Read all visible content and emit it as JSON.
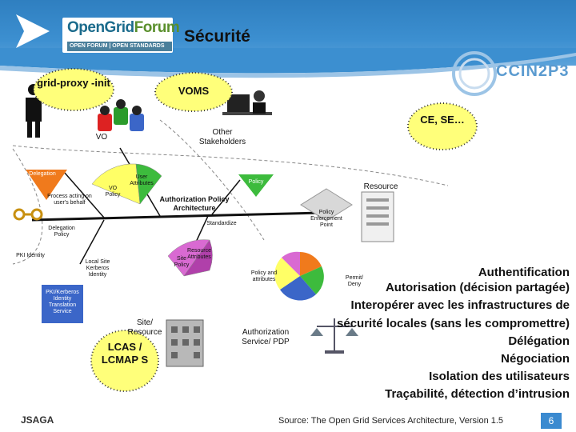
{
  "header": {
    "logo_text_main": "OpenGrid",
    "logo_text_forum": "Forum",
    "logo_tagline": "OPEN FORUM | OPEN STANDARDS",
    "title": "Sécurité",
    "org_logo_text": "CCIN2P3"
  },
  "clouds": {
    "grid_proxy": "grid-proxy -init",
    "voms": "VOMS",
    "ce_se": "CE, SE…",
    "lcas": "LCAS / LCMAP S"
  },
  "diagram": {
    "vo": "VO",
    "other_stakeholders": "Other Stakeholders",
    "delegation": "Delegation",
    "process_acting": "Process acting on user's behalf",
    "delegation_policy": "Delegation Policy",
    "vo_policy": "VO Policy",
    "user_attributes": "User Attributes",
    "authz_policy_arch": "Authorization Policy Architecture",
    "standardize": "Standardize",
    "policy": "Policy",
    "resource": "Resource",
    "pep": "Policy Enforcement Point",
    "pki_identity": "PKI Identity",
    "local_site_kerberos": "Local Site Kerberos Identity",
    "identity_translation": "PKI/Kerberos Identity Translation Service",
    "site_policy": "Site Policy",
    "resource_attributes": "Resource Attributes",
    "policy_and_attributes": "Policy and attributes",
    "permit_deny": "Permit/ Deny",
    "site_resource": "Site/ Resource",
    "authz_service": "Authorization Service/ PDP"
  },
  "bullets": [
    "Authentification",
    "Autorisation (décision partagée)",
    "Interopérer avec les infrastructures de",
    "sécurité locales (sans les compromettre)",
    "Délégation",
    "Négociation",
    "Isolation des utilisateurs",
    "Traçabilité, détection d’intrusion"
  ],
  "footer": {
    "left": "JSAGA",
    "source": "Source: The Open Grid Services Architecture, Version 1.5",
    "page": "6"
  },
  "colors": {
    "header_blue": "#2f7fc0",
    "cloud_yellow": "#ffff7a",
    "delegation_orange": "#f07a1c",
    "policy_green": "#3dbb3d",
    "site_pink": "#d96ad2",
    "translation_blue": "#3b66c8"
  }
}
